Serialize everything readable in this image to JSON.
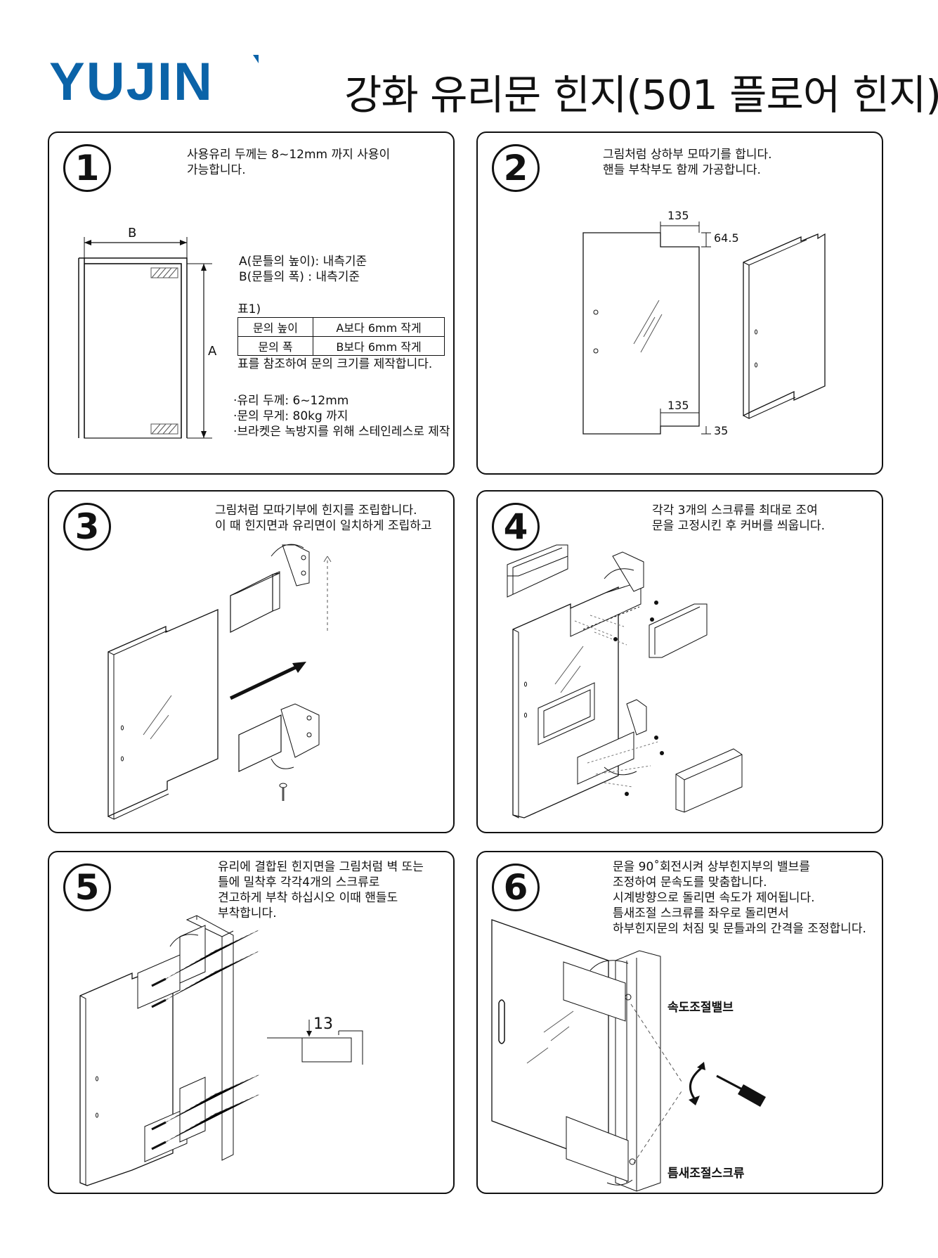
{
  "brand": {
    "logo": "YUJIN",
    "color": "#0b63a8"
  },
  "title": "강화 유리문 힌지(501 플로어 힌지)",
  "steps": [
    {
      "num": "1",
      "text": "사용유리 두께는 8~12mm 까지 사용이\n가능합니다.",
      "dim_b": "B",
      "dim_a": "A",
      "notes": "A(문틀의 높이): 내측기준\nB(문틀의 폭)   : 내측기준",
      "table_caption": "표1)",
      "table": [
        [
          "문의 높이",
          "A보다 6mm 작게"
        ],
        [
          "문의 폭",
          "B보다 6mm 작게"
        ]
      ],
      "after_table": "표를 참조하여 문의 크기를 제작합니다.",
      "specs": "·유리 두께: 6~12mm\n·문의 무게: 80kg 까지\n·브라켓은 녹방지를 위해 스테인레스로 제작"
    },
    {
      "num": "2",
      "text": "그림처럼 상하부 모따기를 합니다.\n핸들 부착부도 함께 가공합니다.",
      "d_top_w": "135",
      "d_top_h": "64.5",
      "d_bot_w": "135",
      "d_bot_h": "35"
    },
    {
      "num": "3",
      "text": "그림처럼 모따기부에 힌지를 조립합니다.\n이 때 힌지면과 유리면이 일치하게 조립하고"
    },
    {
      "num": "4",
      "text": "각각 3개의 스크류를 최대로 조여\n문을 고정시킨 후 커버를 씌웁니다."
    },
    {
      "num": "5",
      "text": "유리에 결합된 힌지면을 그림처럼 벽 또는\n틀에 밀착후 각각4개의 스크류로\n견고하게 부착 하십시오 이때 핸들도\n부착합니다.",
      "gap": "13"
    },
    {
      "num": "6",
      "text": "문을 90˚회전시켜 상부힌지부의 밸브를\n조정하여 문속도를 맞춤합니다.\n시계방향으로 돌리면 속도가 제어됩니다.\n틈새조절 스크류를 좌우로 돌리면서\n하부힌지문의 처짐 및 문틀과의 간격을 조정합니다.",
      "label_valve": "속도조절밸브",
      "label_screw": "틈새조절스크류"
    }
  ]
}
